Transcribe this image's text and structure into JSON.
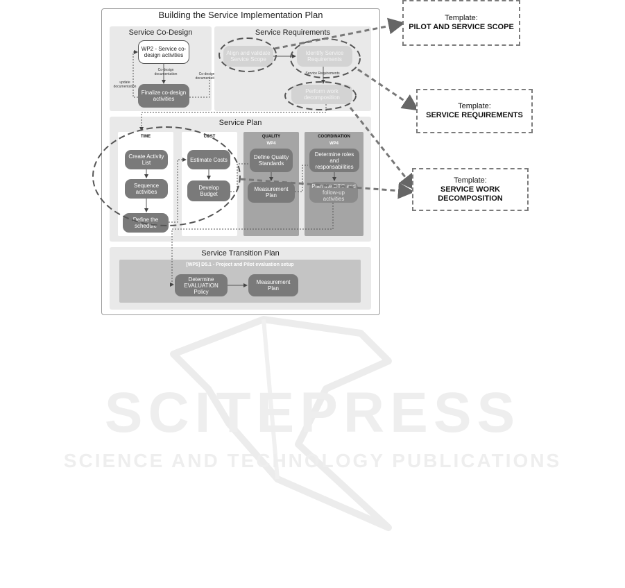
{
  "diagram": {
    "title": "Building the Service Implementation Plan",
    "co_design": {
      "title": "Service Co-Design",
      "wp2_node": "WP2 - Service co-design activities",
      "codesign_doc_label": "Co-design documentation",
      "update_doc_label": "update documentation",
      "finalize_node": "Finalize co-design activities",
      "codesign_doc_label2": "Co-design documentation"
    },
    "requirements": {
      "title": "Service Requirements",
      "align_node": "Align and validate Service Scope",
      "identify_node": "Identify Service Requirements",
      "req_label": "Service Requirements",
      "perform_node": "Perform work decomposition"
    },
    "service_plan": {
      "title": "Service Plan",
      "time": {
        "head": "TIME",
        "create": "Create Activity List",
        "sequence": "Sequence activities",
        "schedule": "Define the schedule"
      },
      "cost": {
        "head": "COST",
        "estimate": "Estimate Costs",
        "budget": "Develop Budget"
      },
      "quality": {
        "head": "QUALITY",
        "wp": "WP4",
        "define": "Define Quality Standards",
        "measurement": "Measurement Plan"
      },
      "coordination": {
        "head": "COORDINATION",
        "wp": "WP4",
        "roles": "Determine roles and responsabilities",
        "followup": "Plan the DTC and follow-up activities"
      }
    },
    "transition": {
      "title": "Service Transition Plan",
      "bar_label": "[WP5] D5.1 - Project and Pilot evaluation setup",
      "determine_node": "Determine EVALUATION Policy",
      "measurement_node": "Measurement Plan"
    }
  },
  "templates": [
    {
      "prefix": "Template:",
      "name": "PILOT AND SERVICE SCOPE"
    },
    {
      "prefix": "Template:",
      "name": "SERVICE REQUIREMENTS"
    },
    {
      "prefix": "Template:",
      "name": "SERVICE WORK DECOMPOSITION"
    }
  ],
  "watermark": {
    "main": "SCITEPRESS",
    "sub": "SCIENCE AND TECHNOLOGY PUBLICATIONS"
  }
}
